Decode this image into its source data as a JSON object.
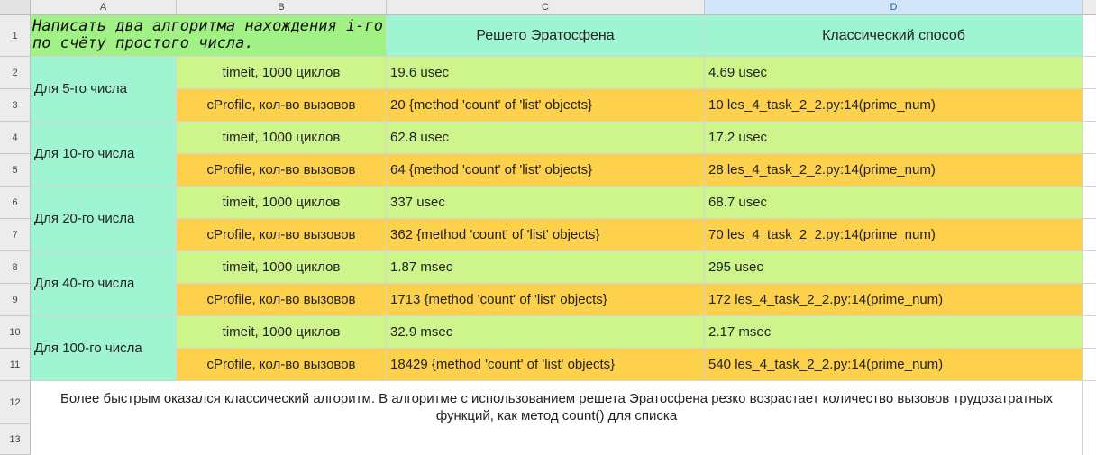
{
  "columns": [
    "A",
    "B",
    "C",
    "D"
  ],
  "rows": [
    "1",
    "2",
    "3",
    "4",
    "5",
    "6",
    "7",
    "8",
    "9",
    "10",
    "11",
    "12",
    "13"
  ],
  "task_title": "Написать два алгоритма нахождения i-го по счёту простого числа.",
  "col_c_header": "Решето Эратосфена",
  "col_d_header": "Классический способ",
  "groups": [
    {
      "label": "Для 5-го числа",
      "timeit_label": "timeit, 1000 циклов",
      "cprofile_label": "cProfile, кол-во вызовов",
      "sieve_timeit": "19.6 usec",
      "classic_timeit": "4.69 usec",
      "sieve_cprofile": "20 {method 'count' of 'list' objects}",
      "classic_cprofile": "10 les_4_task_2_2.py:14(prime_num)"
    },
    {
      "label": "Для 10-го числа",
      "timeit_label": "timeit, 1000 циклов",
      "cprofile_label": "cProfile, кол-во вызовов",
      "sieve_timeit": "62.8 usec",
      "classic_timeit": "17.2 usec",
      "sieve_cprofile": "64 {method 'count' of 'list' objects}",
      "classic_cprofile": "28 les_4_task_2_2.py:14(prime_num)"
    },
    {
      "label": "Для 20-го числа",
      "timeit_label": "timeit, 1000 циклов",
      "cprofile_label": "cProfile, кол-во вызовов",
      "sieve_timeit": "337 usec",
      "classic_timeit": "68.7 usec",
      "sieve_cprofile": "362 {method 'count' of 'list' objects}",
      "classic_cprofile": "70 les_4_task_2_2.py:14(prime_num)"
    },
    {
      "label": "Для 40-го числа",
      "timeit_label": "timeit, 1000 циклов",
      "cprofile_label": "cProfile, кол-во вызовов",
      "sieve_timeit": "1.87 msec",
      "classic_timeit": "295 usec",
      "sieve_cprofile": "1713 {method 'count' of 'list' objects}",
      "classic_cprofile": "172 les_4_task_2_2.py:14(prime_num)"
    },
    {
      "label": "Для 100-го числа",
      "timeit_label": "timeit, 1000 циклов",
      "cprofile_label": "cProfile, кол-во вызовов",
      "sieve_timeit": "32.9 msec",
      "classic_timeit": "2.17 msec",
      "sieve_cprofile": "18429 {method 'count' of 'list' objects}",
      "classic_cprofile": "540 les_4_task_2_2.py:14(prime_num)"
    }
  ],
  "conclusion": "Более быстрым оказался классический алгоритм. В алгоритме с использованием решета Эратосфена резко возрастает количество вызовов трудозатратных функций, как метод count() для списка",
  "colors": {
    "timeit_row": "#cef58c",
    "cprofile_row": "#fdd14c",
    "header_mint": "#9ff5d1",
    "title_green": "#a2f186",
    "selected_column": "#d3e6f9"
  }
}
